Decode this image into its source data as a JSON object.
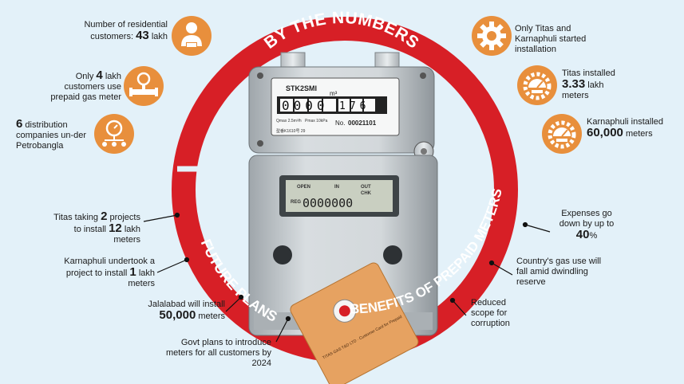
{
  "banners": {
    "top": "BY THE NUMBERS",
    "left": "FUTURE PLANS",
    "right": "BENEFITS OF PREPAID METERS"
  },
  "numbers_left": [
    {
      "pre": "Number of residential customers:",
      "value": "43",
      "post": "lakh"
    },
    {
      "pre": "Only",
      "value": "4",
      "post": "lakh customers use prepaid gas meter"
    },
    {
      "pre": "",
      "value": "6",
      "post": "distribution companies un-der Petrobangla"
    }
  ],
  "numbers_right": [
    {
      "text": "Only Titas and Karnaphuli started installation"
    },
    {
      "pre": "Titas installed",
      "value": "3.33",
      "post": "lakh meters"
    },
    {
      "pre": "Karnaphuli installed",
      "value": "60,000",
      "post": "meters"
    }
  ],
  "future_plans": [
    {
      "pre": "Titas taking",
      "v1": "2",
      "mid": "projects to install",
      "v2": "12",
      "post": "lakh meters"
    },
    {
      "pre": "Karnaphuli undertook a project to install",
      "v1": "1",
      "post": "lakh meters"
    },
    {
      "pre": "Jalalabad will install",
      "v1": "50,000",
      "post": "meters"
    },
    {
      "text": "Govt plans to introduce meters for all customers by 2024"
    }
  ],
  "benefits": [
    {
      "pre": "Expenses go down by up to",
      "v1": "40",
      "post": "%"
    },
    {
      "text": "Country's gas use will fall amid dwindling reserve"
    },
    {
      "text": "Reduced scope for corruption"
    }
  ],
  "meter": {
    "model": "STK2SMI",
    "digits": "0000",
    "digits2": "176",
    "unit": "m³",
    "spec1": "Qmax 2.5m³/h",
    "spec2": "Pmax 10kPa",
    "no_label": "No.",
    "serial": "00021101",
    "footer": "型番K1610号 29",
    "lcd_labels": [
      "OPEN",
      "IN",
      "OUT",
      "CHK"
    ],
    "lcd_reg": "REG",
    "lcd_value": "0000000",
    "card_text": "TITAS GAS T&D LTD · Customer Card for Prepaid"
  },
  "colors": {
    "background": "#e3f1f9",
    "ring": "#d71f26",
    "icon": "#e88f3c",
    "card": "#e6a261"
  },
  "icons": [
    "customer-icon",
    "gas-meter-pipe-icon",
    "distribution-network-icon",
    "gear-icon",
    "gauge-gear-icon",
    "gauge-gear-icon"
  ]
}
